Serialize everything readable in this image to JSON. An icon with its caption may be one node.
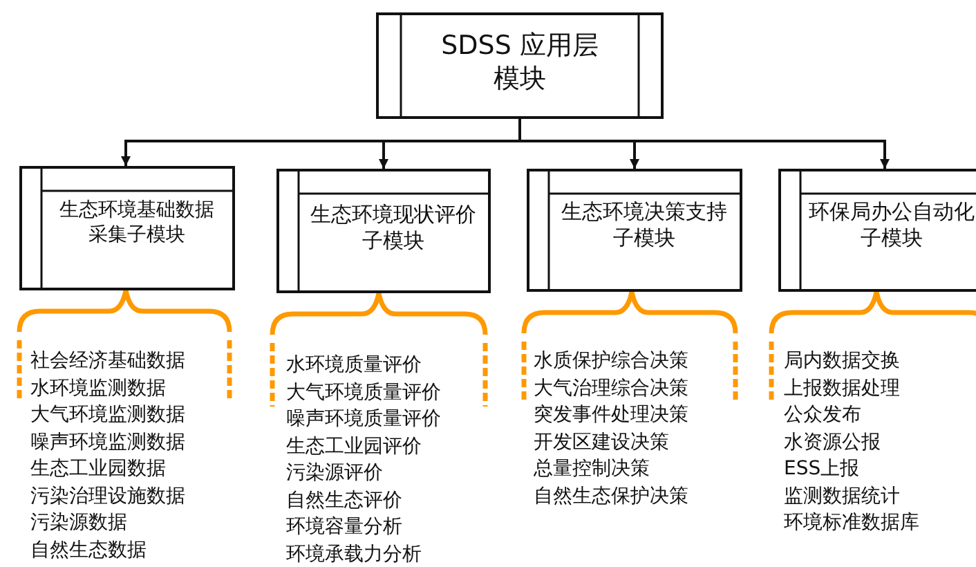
{
  "diagram": {
    "nodes": [
      {
        "text": [
          "SDSS 应用层模块"
        ]
      },
      {
        "text": [
          "生态环境基础数据采集子模块"
        ]
      },
      {
        "text": [
          "生态环境现状评价子模块"
        ]
      },
      {
        "text": [
          "生态环境决策支持子模块"
        ]
      },
      {
        "text": [
          "环保局办公自动化子模块"
        ]
      }
    ],
    "edges": [
      {
        "from": 0,
        "to": 1,
        "arrow": "to"
      },
      {
        "from": 0,
        "to": 2,
        "arrow": "to"
      },
      {
        "from": 0,
        "to": 3,
        "arrow": "to"
      },
      {
        "from": 0,
        "to": 4,
        "arrow": "to"
      }
    ],
    "labels": [
      "社会经济基础数据",
      "水环境监测数据",
      "大气环境监测数据",
      "噪声环境监测数据",
      "生态工业园数据",
      "污染治理设施数据",
      "污染源数据",
      "自然生态数据",
      "水环境质量评价",
      "大气环境质量评价",
      "噪声环境质量评价",
      "生态工业园评价",
      "污染源评价",
      "自然生态评价",
      "环境容量分析",
      "环境承载力分析",
      "水质保护综合决策",
      "大气治理综合决策",
      "突发事件处理决策",
      "开发区建设决策",
      "总量控制决策",
      "自然生态保护决策",
      "局内数据交换",
      "上报数据处理",
      "公众发布",
      "水资源公报",
      "ESS上报",
      "监测数据统计",
      "环境标准数据库"
    ]
  }
}
